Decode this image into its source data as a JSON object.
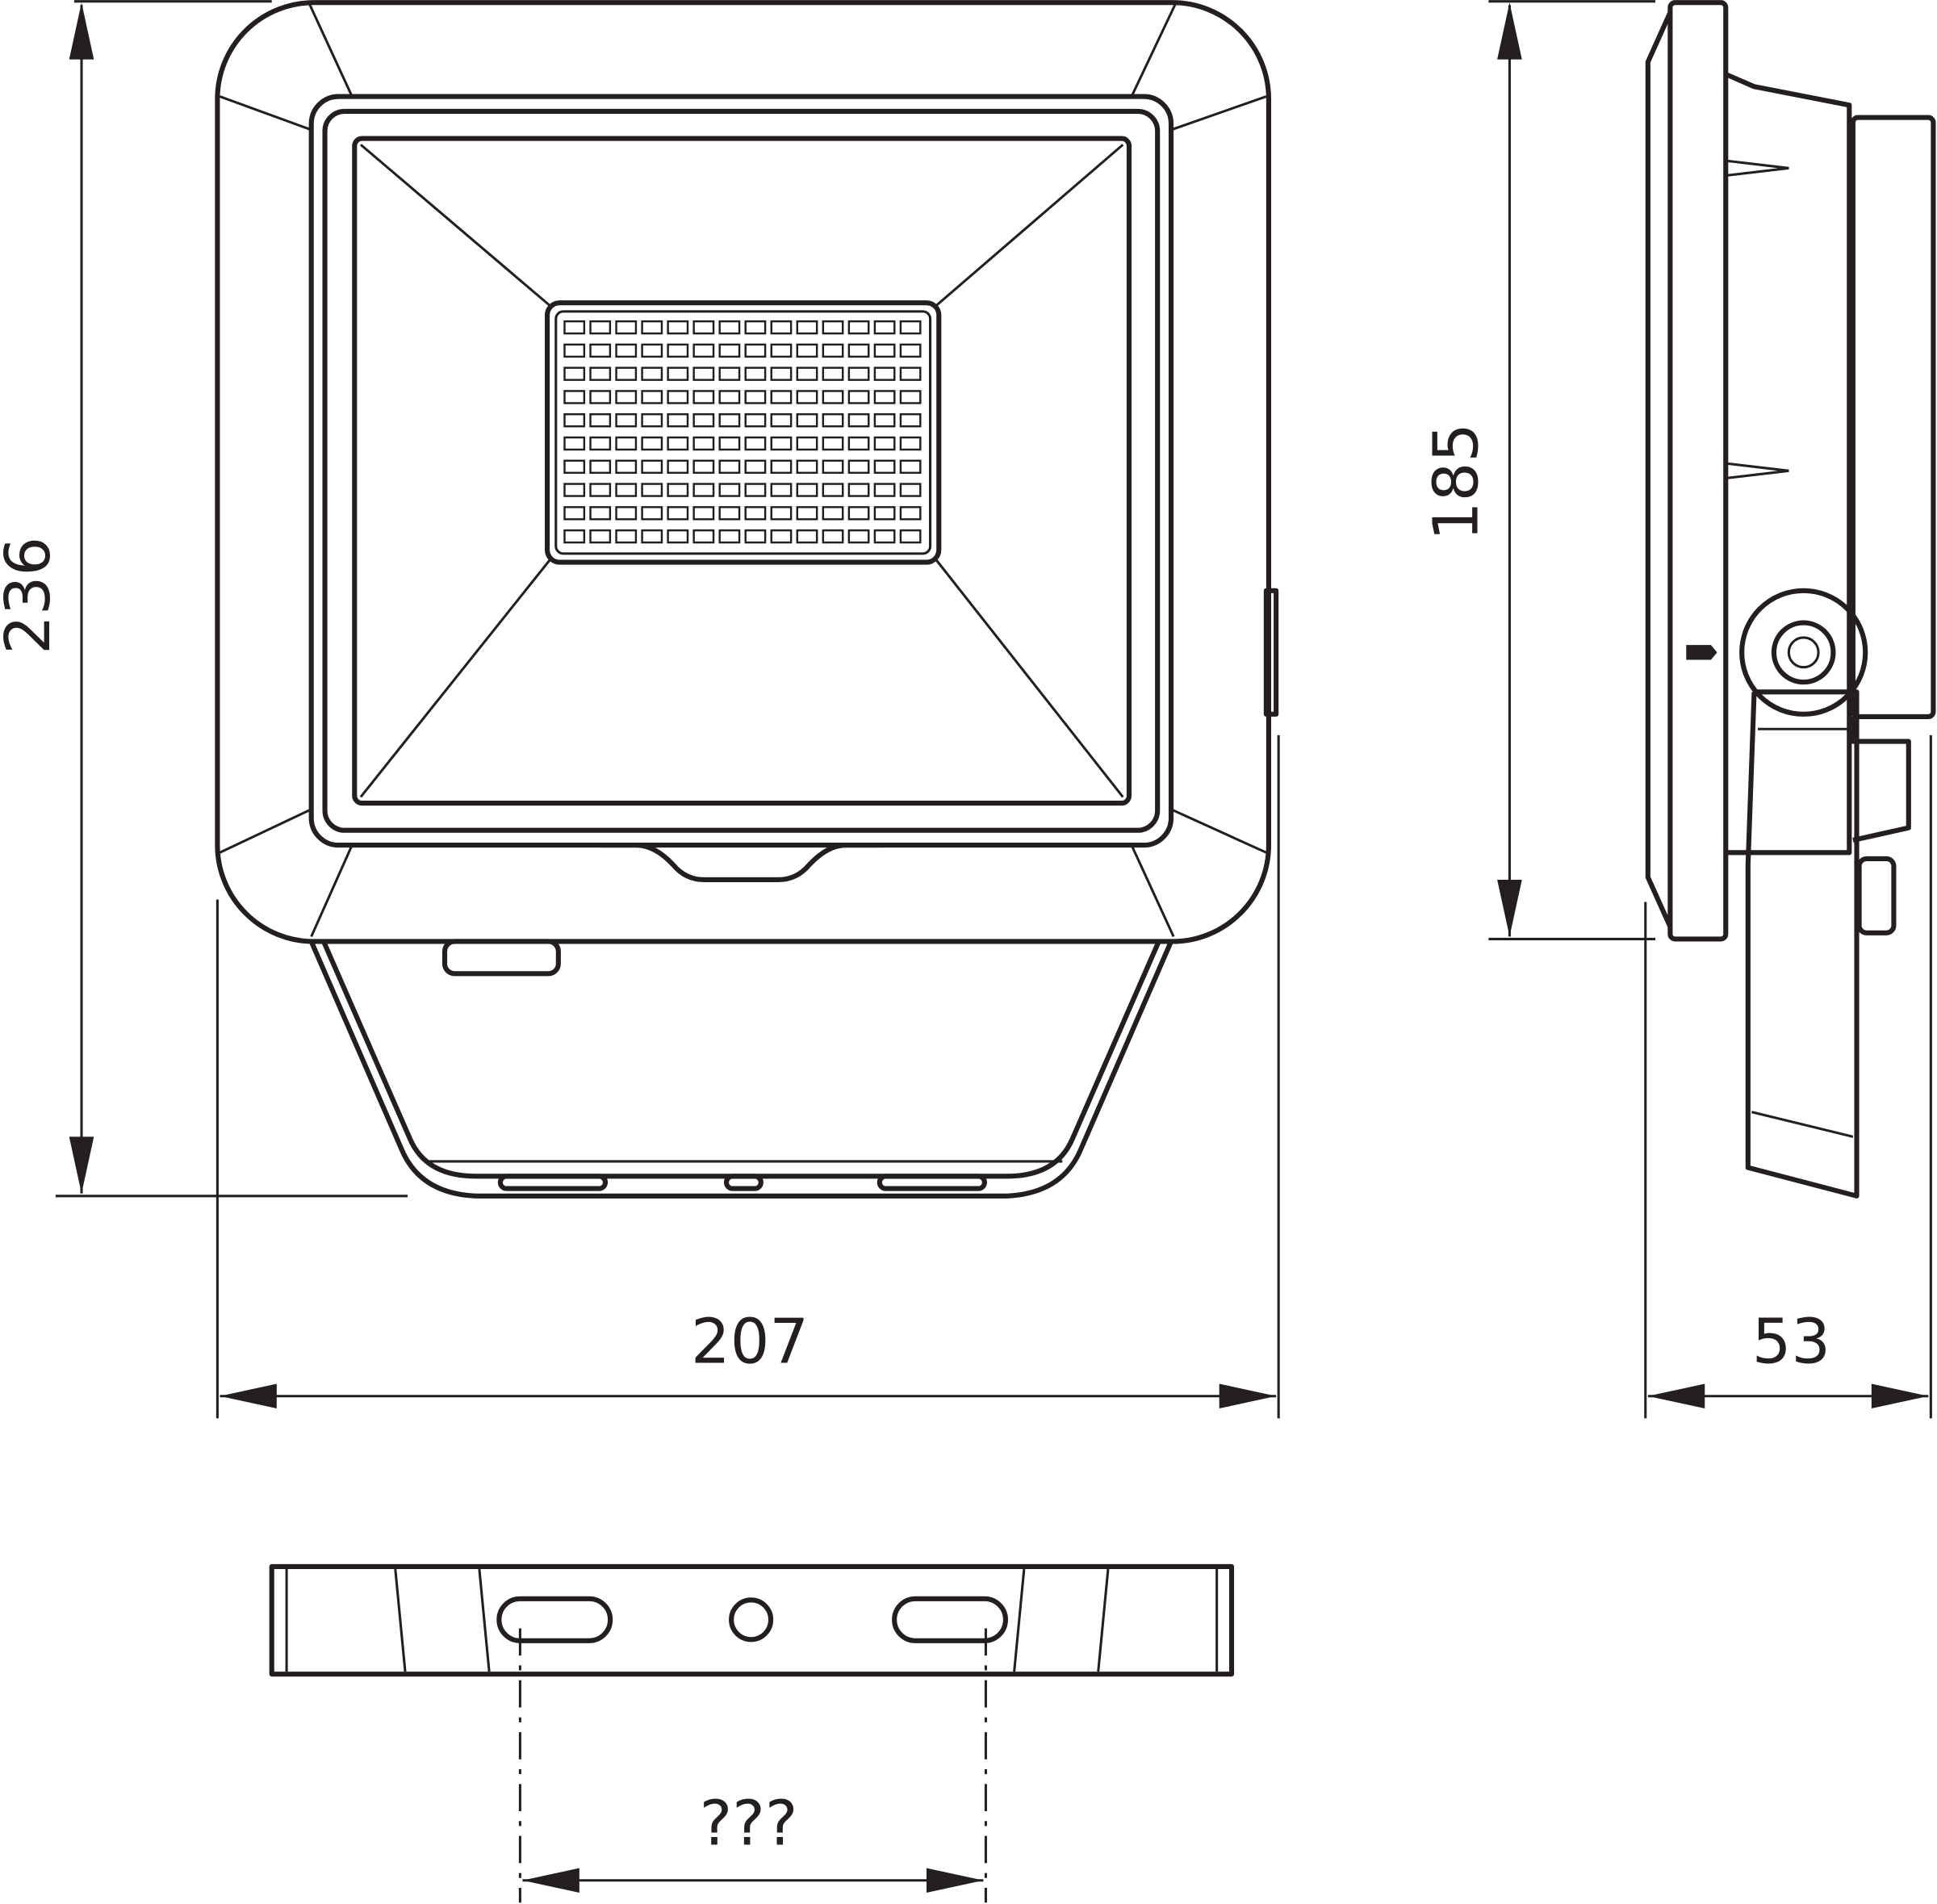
{
  "drawing": {
    "dimensions": {
      "height_front": "236",
      "width_front": "207",
      "height_side": "185",
      "depth_side": "53",
      "mounting_hole_spacing": "???"
    },
    "led_grid": {
      "rows": 10,
      "cols": 14
    },
    "line_color": "#231f20"
  }
}
